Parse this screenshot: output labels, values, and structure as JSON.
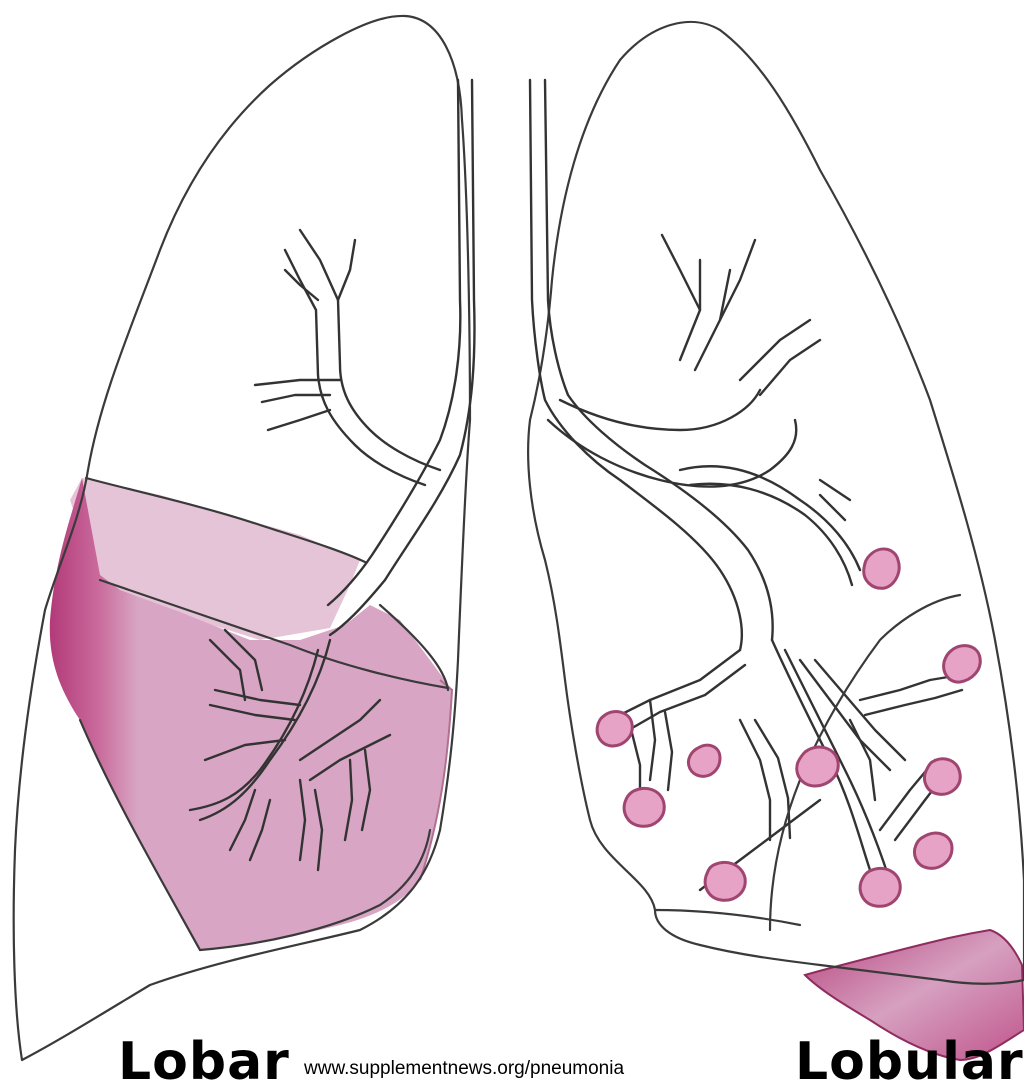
{
  "labels": {
    "left": "Lobar",
    "right": "Lobular",
    "source": "www.supplementnews.org/pneumonia"
  },
  "colors": {
    "outline": "#3a3a3a",
    "consolidation_light": "#e2bfd2",
    "consolidation_mid": "#d6a4c3",
    "consolidation_dark": "#b8467e",
    "nodule_fill": "#e6a3c6",
    "nodule_stroke": "#a0456f"
  }
}
